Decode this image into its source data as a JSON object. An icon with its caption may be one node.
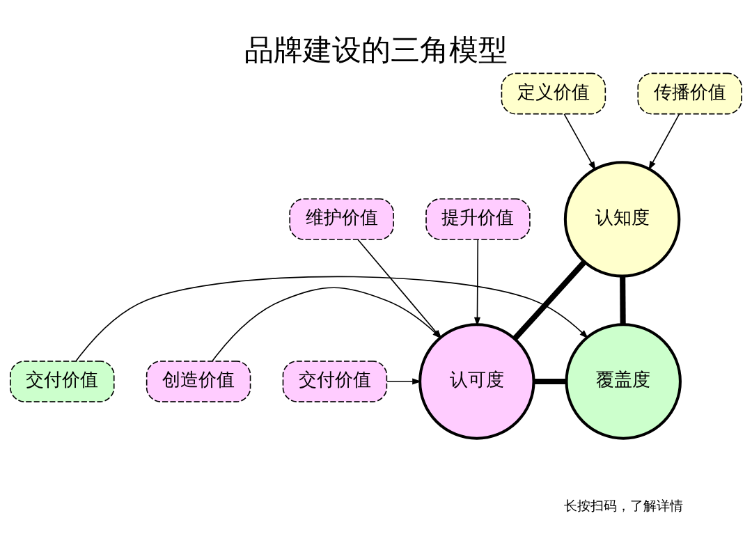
{
  "diagram": {
    "title": "品牌建设的三角模型",
    "nodes": [
      {
        "text": [
          "认知度"
        ]
      },
      {
        "text": [
          "认可度"
        ]
      },
      {
        "text": [
          "覆盖度"
        ]
      },
      {
        "text": [
          "定义价值"
        ]
      },
      {
        "text": [
          "传播价值"
        ]
      },
      {
        "text": [
          "创造价值"
        ]
      },
      {
        "text": [
          "交付价值"
        ]
      },
      {
        "text": [
          "维护价值"
        ]
      },
      {
        "text": [
          "提升价值"
        ]
      },
      {
        "text": [
          "交付价值"
        ]
      }
    ],
    "edges": [
      {
        "from": 0,
        "to": 1,
        "arrow": "none",
        "style": "thick"
      },
      {
        "from": 0,
        "to": 2,
        "arrow": "none",
        "style": "thick"
      },
      {
        "from": 1,
        "to": 2,
        "arrow": "none",
        "style": "thick"
      },
      {
        "from": 3,
        "to": 0,
        "arrow": "to"
      },
      {
        "from": 4,
        "to": 0,
        "arrow": "to"
      },
      {
        "from": 5,
        "to": 1,
        "arrow": "to"
      },
      {
        "from": 6,
        "to": 1,
        "arrow": "to"
      },
      {
        "from": 7,
        "to": 1,
        "arrow": "to"
      },
      {
        "from": 8,
        "to": 1,
        "arrow": "to"
      },
      {
        "from": 9,
        "to": 2,
        "arrow": "to"
      }
    ],
    "labels": [
      "长按扫码，了解详情"
    ]
  }
}
